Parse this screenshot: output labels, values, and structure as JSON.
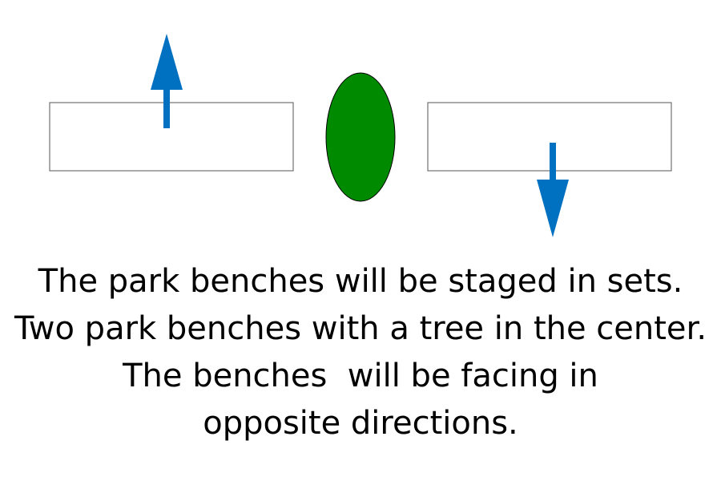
{
  "diagram": {
    "benches": [
      {
        "facing": "up"
      },
      {
        "facing": "down"
      }
    ],
    "tree": {
      "shape": "ellipse"
    }
  },
  "colors": {
    "background": "#ffffff",
    "bench_stroke": "#555555",
    "arrow": "#0070c0",
    "tree_fill": "#008a00",
    "tree_stroke": "#000000",
    "text": "#000000"
  },
  "caption": {
    "lines": [
      "The park benches will be staged in sets.",
      "Two park benches with a tree in the center.",
      "The benches  will be facing in",
      "opposite directions."
    ]
  }
}
